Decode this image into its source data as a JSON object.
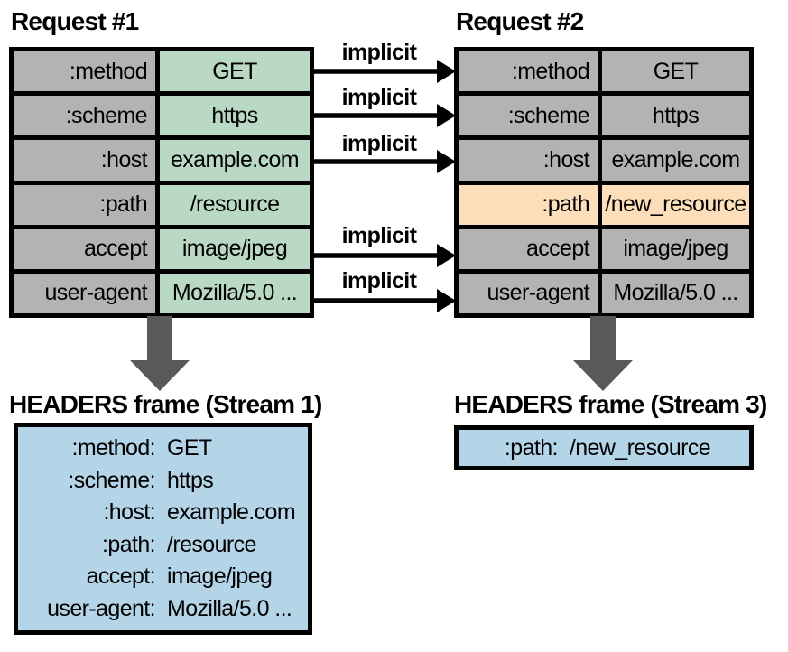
{
  "palette": {
    "cell_gray": "#b3b3b3",
    "cell_green": "#b9d9c5",
    "cell_orange": "#fcdfba",
    "frame_blue": "#b4d4e7",
    "arrow_dark": "#58595b",
    "line_black": "#000000"
  },
  "icons": {
    "connector": "arrow-right-icon",
    "flow": "arrow-down-thick-icon"
  },
  "request1": {
    "title": "Request #1",
    "rows": [
      {
        "name": ":method",
        "value": "GET"
      },
      {
        "name": ":scheme",
        "value": "https"
      },
      {
        "name": ":host",
        "value": "example.com"
      },
      {
        "name": ":path",
        "value": "/resource"
      },
      {
        "name": "accept",
        "value": "image/jpeg"
      },
      {
        "name": "user-agent",
        "value": "Mozilla/5.0 ..."
      }
    ]
  },
  "request2": {
    "title": "Request #2",
    "rows": [
      {
        "name": ":method",
        "value": "GET",
        "highlight": false
      },
      {
        "name": ":scheme",
        "value": "https",
        "highlight": false
      },
      {
        "name": ":host",
        "value": "example.com",
        "highlight": false
      },
      {
        "name": ":path",
        "value": "/new_resource",
        "highlight": true
      },
      {
        "name": "accept",
        "value": "image/jpeg",
        "highlight": false
      },
      {
        "name": "user-agent",
        "value": "Mozilla/5.0 ...",
        "highlight": false
      }
    ]
  },
  "connectors": {
    "labels": [
      "implicit",
      "implicit",
      "implicit",
      "implicit",
      "implicit"
    ]
  },
  "frame1": {
    "title": "HEADERS frame (Stream 1)",
    "rows": [
      {
        "name": ":method:",
        "value": "GET"
      },
      {
        "name": ":scheme:",
        "value": "https"
      },
      {
        "name": ":host:",
        "value": "example.com"
      },
      {
        "name": ":path:",
        "value": "/resource"
      },
      {
        "name": "accept:",
        "value": "image/jpeg"
      },
      {
        "name": "user-agent:",
        "value": "Mozilla/5.0 ..."
      }
    ]
  },
  "frame2": {
    "title": "HEADERS frame (Stream 3)",
    "rows": [
      {
        "name": ":path:",
        "value": "/new_resource"
      }
    ]
  }
}
